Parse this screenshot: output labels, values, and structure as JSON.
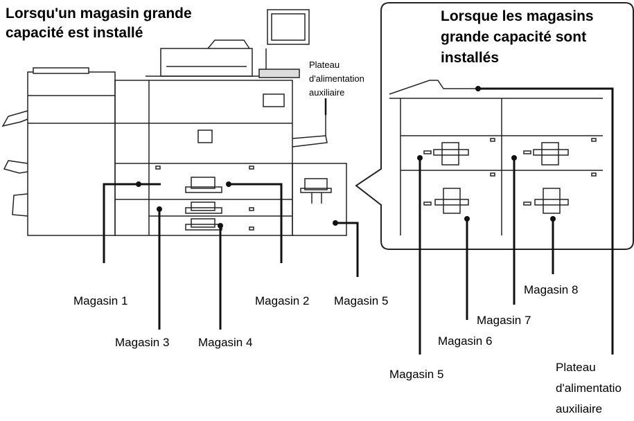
{
  "titles": {
    "left_line1": "Lorsqu'un magasin grande",
    "left_line2": "capacité est installé",
    "right_line1": "Lorsque les magasins",
    "right_line2": "grande capacité sont",
    "right_line3": "installés"
  },
  "bypass_small": {
    "line1": "Plateau",
    "line2": "d'alimentation",
    "line3": "auxiliaire"
  },
  "labels": {
    "tray1": "Magasin 1",
    "tray2": "Magasin 2",
    "tray3": "Magasin 3",
    "tray4": "Magasin 4",
    "tray5_left": "Magasin 5",
    "tray5_right": "Magasin 5",
    "tray6": "Magasin 6",
    "tray7": "Magasin 7",
    "tray8": "Magasin 8"
  },
  "bypass_right": {
    "line1": "Plateau",
    "line2": "d'alimentatio",
    "line3": "auxiliaire"
  }
}
